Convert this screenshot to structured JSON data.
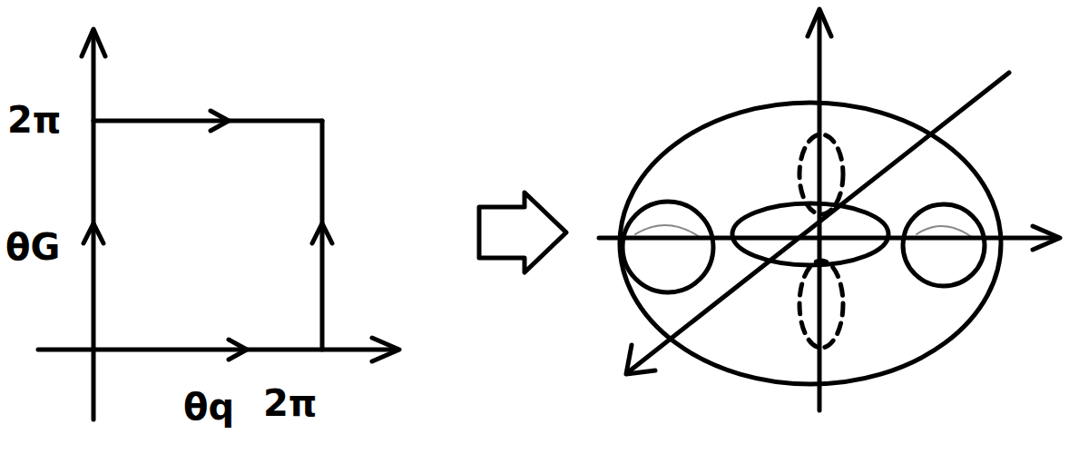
{
  "diagram": {
    "labels": [
      "2π",
      "θG",
      "θq",
      "2π"
    ]
  }
}
